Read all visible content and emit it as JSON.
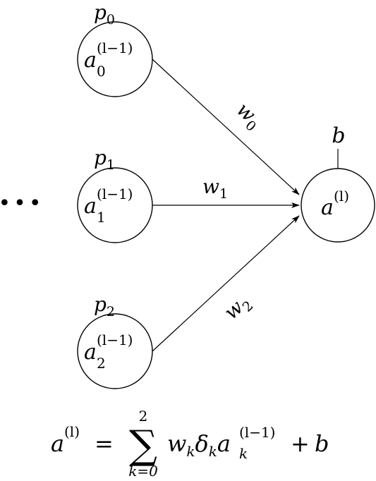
{
  "ellipsis": "•••",
  "inputs": [
    {
      "p_base": "p",
      "p_sub": "0",
      "a_base": "a",
      "a_sup": "(l−1)",
      "a_sub": "0"
    },
    {
      "p_base": "p",
      "p_sub": "1",
      "a_base": "a",
      "a_sup": "(l−1)",
      "a_sub": "1"
    },
    {
      "p_base": "p",
      "p_sub": "2",
      "a_base": "a",
      "a_sup": "(l−1)",
      "a_sub": "2"
    }
  ],
  "weights": [
    {
      "base": "w",
      "sub": "0"
    },
    {
      "base": "w",
      "sub": "1"
    },
    {
      "base": "w",
      "sub": "2"
    }
  ],
  "output": {
    "base": "a",
    "sup": "(l)"
  },
  "bias": "b",
  "formula": {
    "lhs_base": "a",
    "lhs_sup": "(l)",
    "eq": "=",
    "sum": "∑",
    "sum_upper": "2",
    "sum_lower": "k=0",
    "w": "w",
    "w_sub": "k",
    "delta": "δ",
    "delta_sub": "k",
    "a": "a",
    "a_sub": "k",
    "a_sup": "(l−1)",
    "plus": "+",
    "b": "b"
  }
}
